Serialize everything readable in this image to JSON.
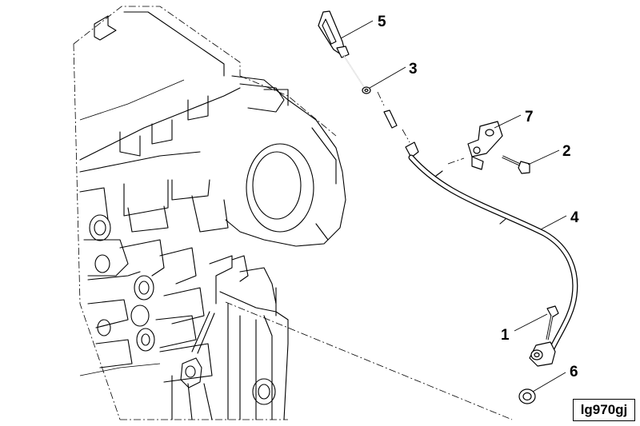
{
  "callouts": [
    {
      "id": "1",
      "label": "1"
    },
    {
      "id": "2",
      "label": "2"
    },
    {
      "id": "3",
      "label": "3"
    },
    {
      "id": "4",
      "label": "4"
    },
    {
      "id": "5",
      "label": "5"
    },
    {
      "id": "6",
      "label": "6"
    },
    {
      "id": "7",
      "label": "7"
    }
  ],
  "reference_code": "lg970gj"
}
